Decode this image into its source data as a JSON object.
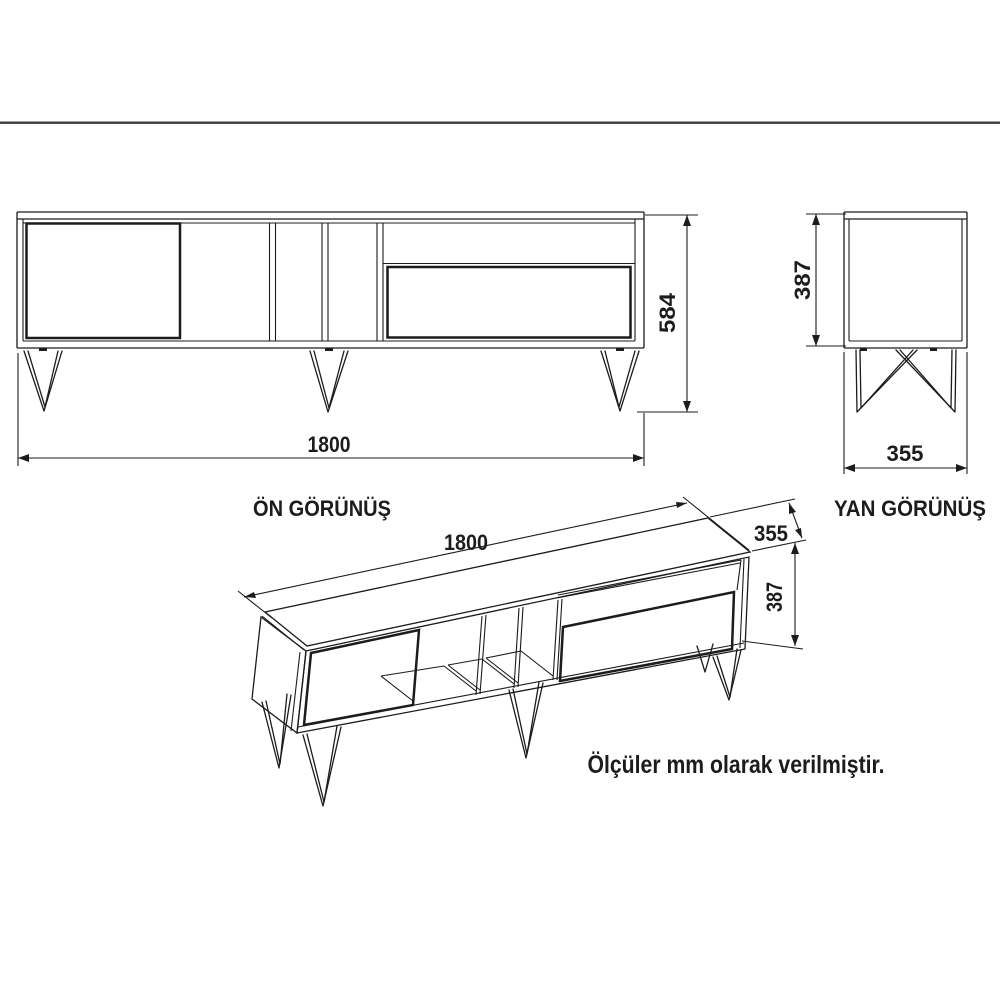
{
  "views": {
    "front": {
      "label": "ÖN GÖRÜNÜŞ",
      "width_mm": "1800",
      "height_mm": "584"
    },
    "side": {
      "label": "YAN GÖRÜNÜŞ",
      "depth_mm": "355",
      "body_height_mm": "387"
    },
    "perspective": {
      "width_mm": "1800",
      "depth_mm": "355",
      "body_height_mm": "387"
    }
  },
  "note": "Ölçüler mm olarak verilmiştir.",
  "colors": {
    "line": "#1c1c1c",
    "separator": "#3d3d3d",
    "background": "#ffffff"
  }
}
